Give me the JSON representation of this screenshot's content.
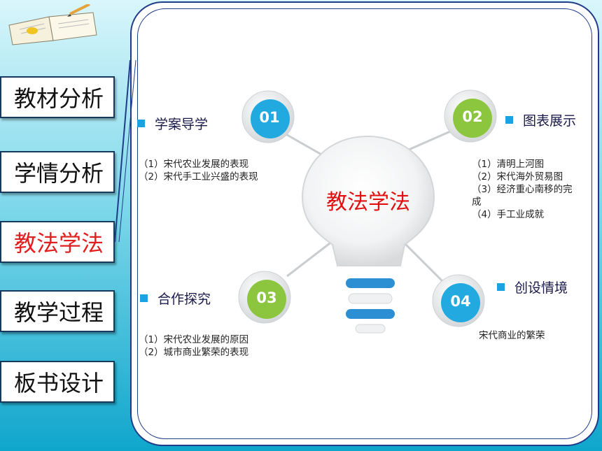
{
  "sidebar": {
    "items": [
      {
        "label": "教材分析",
        "active": false
      },
      {
        "label": "学情分析",
        "active": false
      },
      {
        "label": "教法学法",
        "active": true
      },
      {
        "label": "教学过程",
        "active": false
      },
      {
        "label": "板书设计",
        "active": false
      }
    ]
  },
  "center": {
    "title": "教法学法"
  },
  "sections": [
    {
      "number": "01",
      "title": "学案导学",
      "lines": [
        "（1）宋代农业发展的表现",
        "（2）宋代手工业兴盛的表现"
      ],
      "color": "#22a9df"
    },
    {
      "number": "02",
      "title": "图表展示",
      "lines": [
        "（1）清明上河图",
        "（2）宋代海外贸易图",
        "（3）经济重心南移的完",
        "成",
        "（4）手工业成就"
      ],
      "color": "#8cc63f"
    },
    {
      "number": "03",
      "title": "合作探究",
      "lines": [
        "（1）宋代农业发展的原因",
        "（2）城市商业繁荣的表现"
      ],
      "color": "#8cc63f"
    },
    {
      "number": "04",
      "title": "创设情境",
      "lines": [
        "宋代商业的繁荣"
      ],
      "color": "#22a9df"
    }
  ],
  "colors": {
    "accent": "#e02020",
    "blue": "#22a9df",
    "green": "#8cc63f",
    "border": "#1f3c8a"
  }
}
